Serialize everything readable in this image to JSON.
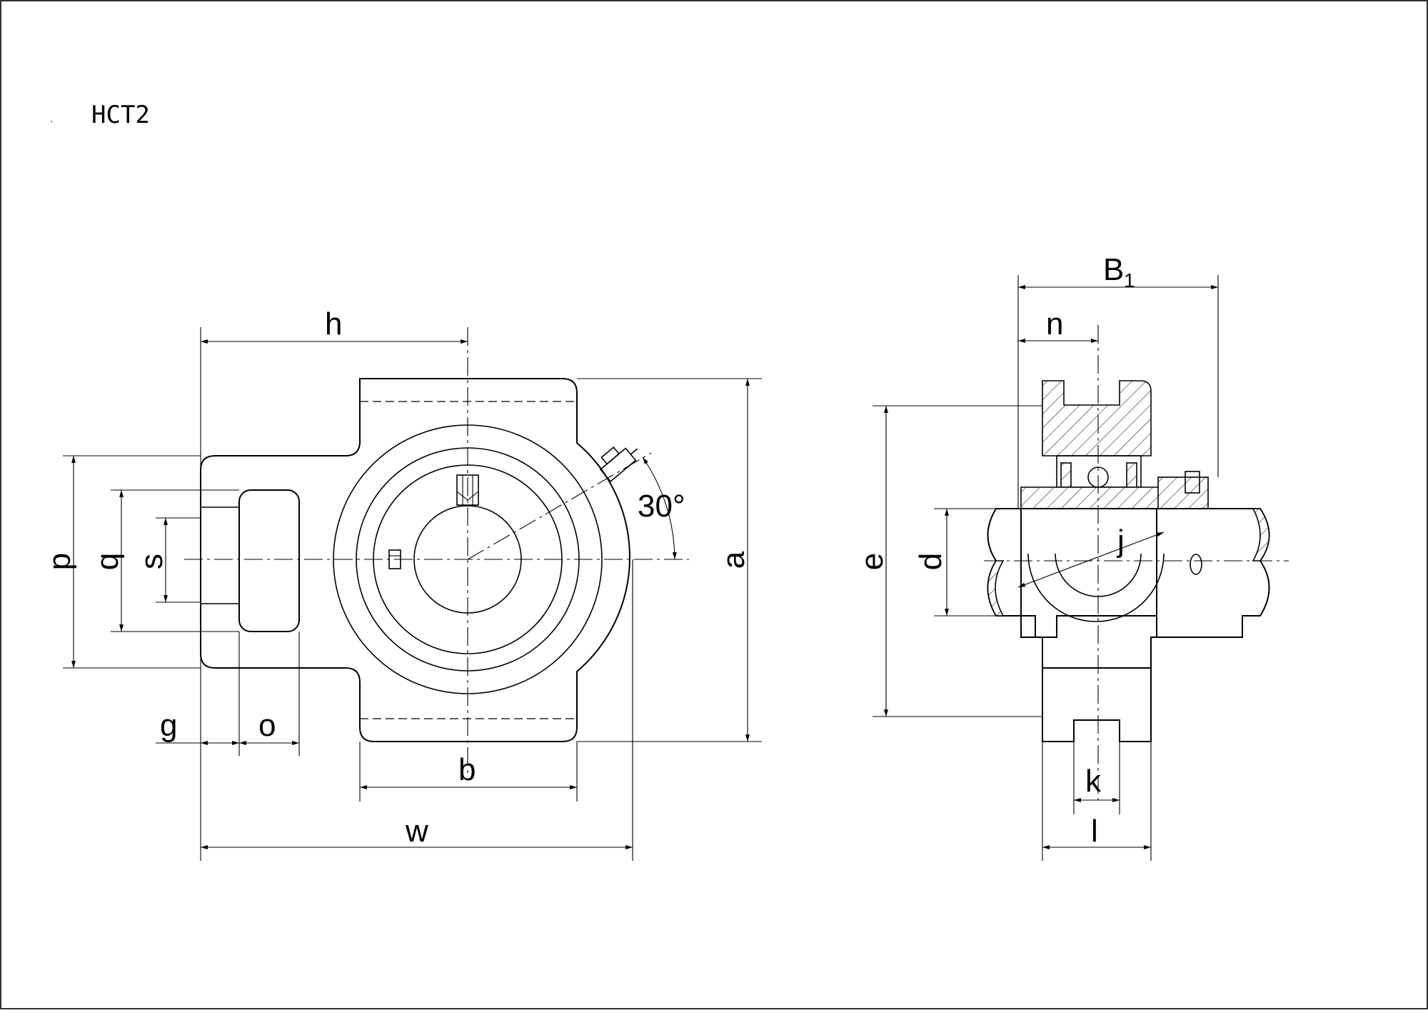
{
  "drawing": {
    "title": "HCT2",
    "front_view": {
      "labels": {
        "h": "h",
        "p": "p",
        "q": "q",
        "s": "s",
        "g": "g",
        "o": "o",
        "b": "b",
        "w": "w",
        "a": "a",
        "angle": "30°"
      }
    },
    "side_view": {
      "labels": {
        "B1": "B",
        "B1_sub": "1",
        "n": "n",
        "e": "e",
        "d": "d",
        "j": "j",
        "k": "k",
        "l": "l"
      }
    }
  }
}
